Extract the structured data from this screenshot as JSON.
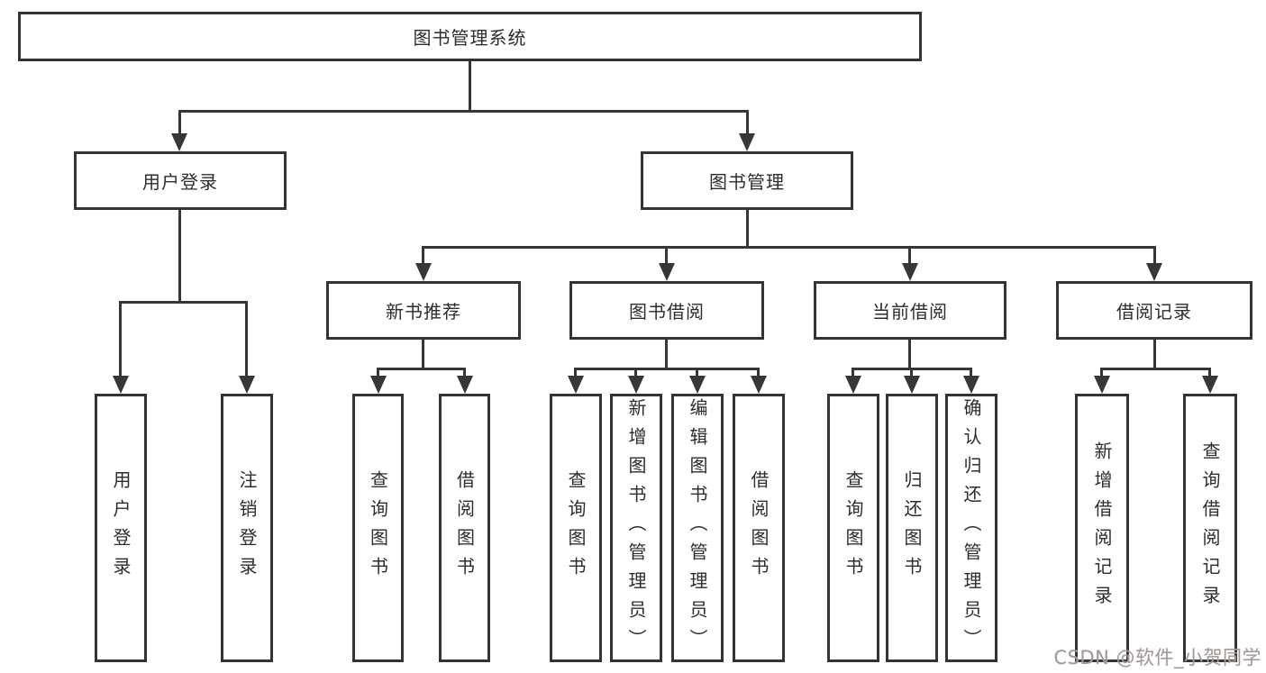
{
  "diagram": {
    "type": "hierarchy-tree",
    "colors": {
      "line": "#373737",
      "border": "#343434",
      "text": "#2d2d2d",
      "background": "#ffffff",
      "watermark": "#9b9b9b"
    },
    "tree": {
      "root": {
        "label": "图书管理系统",
        "children": [
          {
            "label": "用户登录",
            "children": [
              {
                "label": "用户登录"
              },
              {
                "label": "注销登录"
              }
            ]
          },
          {
            "label": "图书管理",
            "children": [
              {
                "label": "新书推荐",
                "children": [
                  {
                    "label": "查询图书"
                  },
                  {
                    "label": "借阅图书"
                  }
                ]
              },
              {
                "label": "图书借阅",
                "children": [
                  {
                    "label": "查询图书"
                  },
                  {
                    "label": "新增图书（管理员）"
                  },
                  {
                    "label": "编辑图书（管理员）"
                  },
                  {
                    "label": "借阅图书"
                  }
                ]
              },
              {
                "label": "当前借阅",
                "children": [
                  {
                    "label": "查询图书"
                  },
                  {
                    "label": "归还图书"
                  },
                  {
                    "label": "确认归还（管理员）"
                  }
                ]
              },
              {
                "label": "借阅记录",
                "children": [
                  {
                    "label": "新增借阅记录"
                  },
                  {
                    "label": "查询借阅记录"
                  }
                ]
              }
            ]
          }
        ]
      }
    }
  },
  "watermark": {
    "text": "CSDN @软件_小贺同学"
  }
}
